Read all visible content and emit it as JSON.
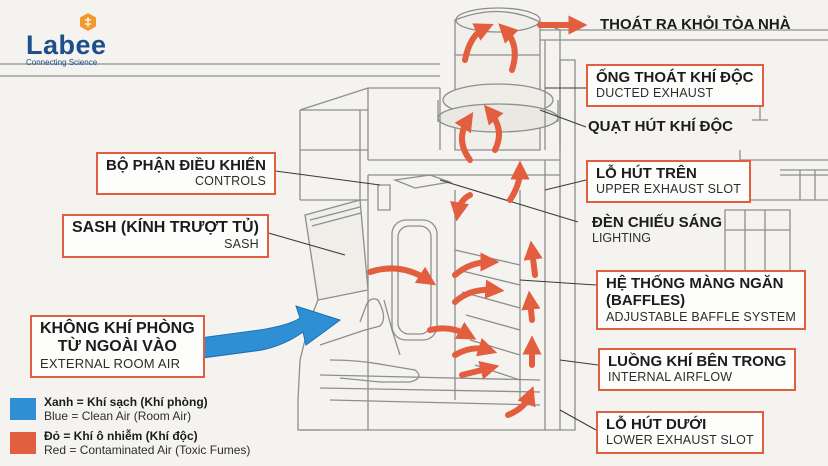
{
  "brand": {
    "name": "Labee",
    "tagline": "Connecting Science"
  },
  "labels": {
    "exit_building": {
      "vi": "THOÁT RA KHỎI TÒA NHÀ"
    },
    "ducted_exhaust": {
      "vi": "ỐNG THOÁT KHÍ ĐỘC",
      "en": "DUCTED EXHAUST"
    },
    "exhaust_fan": {
      "vi": "QUẠT HÚT KHÍ ĐỘC"
    },
    "upper_slot": {
      "vi": "LỖ HÚT TRÊN",
      "en": "UPPER EXHAUST SLOT"
    },
    "lighting": {
      "vi": "ĐÈN CHIẾU SÁNG",
      "en": "LIGHTING"
    },
    "baffles": {
      "vi1": "HỆ THỐNG MÀNG NGĂN",
      "vi2": "(BAFFLES)",
      "en": "ADJUSTABLE BAFFLE SYSTEM"
    },
    "internal_airflow": {
      "vi": "LUỒNG KHÍ BÊN TRONG",
      "en": "INTERNAL AIRFLOW"
    },
    "lower_slot": {
      "vi": "LỖ HÚT DƯỚI",
      "en": "LOWER EXHAUST SLOT"
    },
    "controls": {
      "vi": "BỘ PHẬN ĐIỀU KHIỂN",
      "en": "CONTROLS"
    },
    "sash": {
      "vi": "SASH (KÍNH TRƯỢT TỦ)",
      "en": "SASH"
    },
    "room_air": {
      "vi1": "KHÔNG KHÍ PHÒNG",
      "vi2": "TỪ NGOÀI VÀO",
      "en": "EXTERNAL ROOM AIR"
    }
  },
  "legend": {
    "clean": {
      "title": "Xanh = Khí sạch (Khí phòng)",
      "desc": "Blue = Clean Air (Room Air)",
      "color": "#2f8fd4"
    },
    "contaminated": {
      "title": "Đỏ = Khí ô nhiễm (Khí độc)",
      "desc": "Red = Contaminated Air (Toxic Fumes)",
      "color": "#e35d3f"
    }
  },
  "colors": {
    "accent": "#e35d3f",
    "clean_air": "#2f8fd4",
    "brand": "#1e4f8a",
    "sketch": "#8a8a8a"
  }
}
